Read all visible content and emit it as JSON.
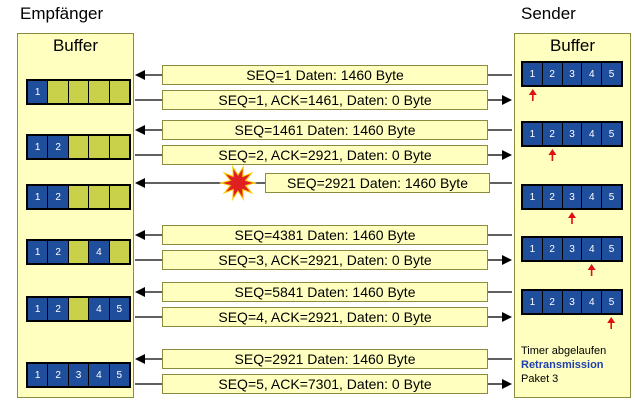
{
  "headers": {
    "receiver": "Empfänger",
    "sender": "Sender"
  },
  "receiver_buffer_title": "Buffer",
  "sender_buffer_title": "Buffer",
  "receiver_buffers": [
    {
      "cells": [
        "1",
        "",
        "",
        "",
        ""
      ]
    },
    {
      "cells": [
        "1",
        "2",
        "",
        "",
        ""
      ]
    },
    {
      "cells": [
        "1",
        "2",
        "",
        "",
        ""
      ]
    },
    {
      "cells": [
        "1",
        "2",
        "",
        "4",
        ""
      ]
    },
    {
      "cells": [
        "1",
        "2",
        "",
        "4",
        "5"
      ]
    },
    {
      "cells": [
        "1",
        "2",
        "3",
        "4",
        "5"
      ]
    }
  ],
  "sender_buffers": [
    {
      "cells": [
        "1",
        "2",
        "3",
        "4",
        "5"
      ],
      "pointer_after": 0
    },
    {
      "cells": [
        "1",
        "2",
        "3",
        "4",
        "5"
      ],
      "pointer_after": 1
    },
    {
      "cells": [
        "1",
        "2",
        "3",
        "4",
        "5"
      ],
      "pointer_after": 2
    },
    {
      "cells": [
        "1",
        "2",
        "3",
        "4",
        "5"
      ],
      "pointer_after": 3
    },
    {
      "cells": [
        "1",
        "2",
        "3",
        "4",
        "5"
      ],
      "pointer_after": 4
    }
  ],
  "messages": [
    {
      "text": "SEQ=1 Daten: 1460 Byte",
      "direction": "to-receiver",
      "lost": false
    },
    {
      "text": "SEQ=1, ACK=1461, Daten: 0 Byte",
      "direction": "to-sender",
      "lost": false
    },
    {
      "text": "SEQ=1461 Daten: 1460 Byte",
      "direction": "to-receiver",
      "lost": false
    },
    {
      "text": "SEQ=2, ACK=2921, Daten: 0 Byte",
      "direction": "to-sender",
      "lost": false
    },
    {
      "text": "SEQ=2921 Daten: 1460 Byte",
      "direction": "to-receiver",
      "lost": true
    },
    {
      "text": "SEQ=4381 Daten: 1460 Byte",
      "direction": "to-receiver",
      "lost": false
    },
    {
      "text": "SEQ=3, ACK=2921, Daten: 0 Byte",
      "direction": "to-sender",
      "lost": false
    },
    {
      "text": "SEQ=5841 Daten: 1460 Byte",
      "direction": "to-receiver",
      "lost": false
    },
    {
      "text": "SEQ=4, ACK=2921, Daten: 0 Byte",
      "direction": "to-sender",
      "lost": false
    },
    {
      "text": "SEQ=2921 Daten: 1460 Byte",
      "direction": "to-receiver",
      "lost": false
    },
    {
      "text": "SEQ=5, ACK=7301, Daten: 0 Byte",
      "direction": "to-sender",
      "lost": false
    }
  ],
  "timer_note": {
    "line1": "Timer abgelaufen",
    "line2": "Retransmission",
    "line3": "Paket 3"
  },
  "colors": {
    "column_bg": "#ffffc0",
    "filled_cell": "#1f4e9c",
    "empty_cell": "#c9d14a",
    "pointer": "#e01010",
    "explosion": "#e02020"
  }
}
